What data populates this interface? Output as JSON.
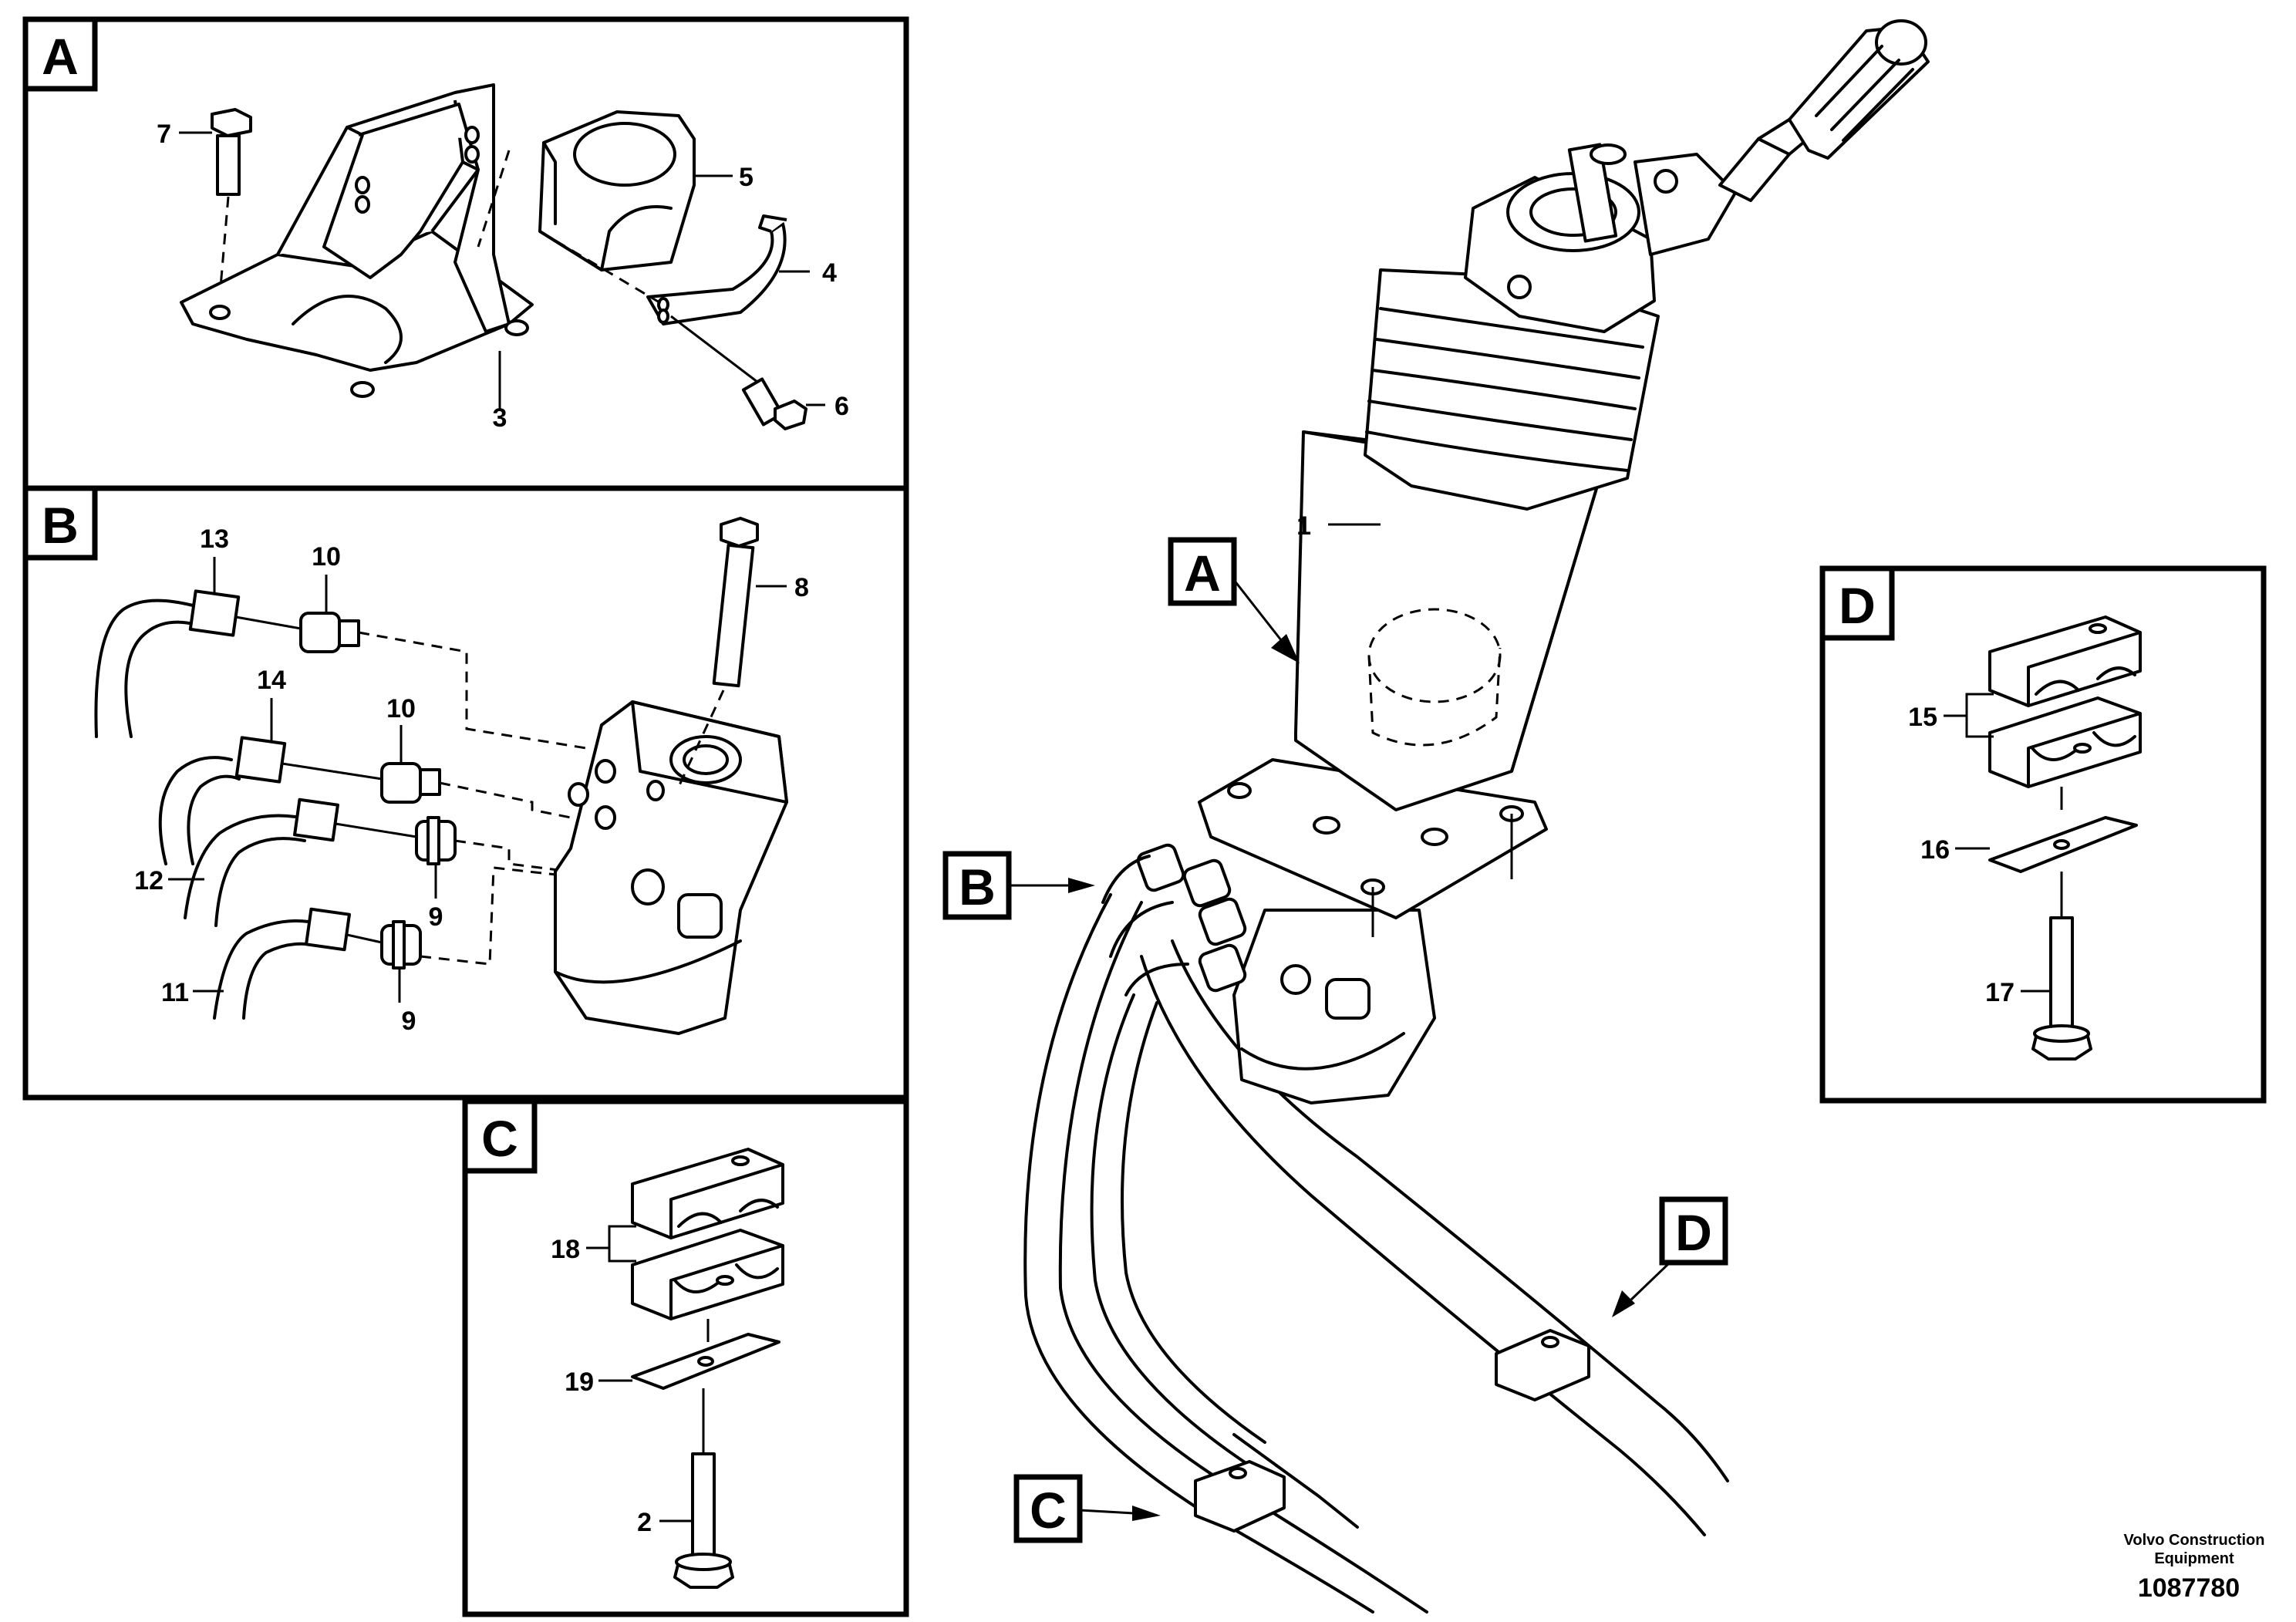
{
  "callouts": {
    "c1": "1",
    "c2": "2",
    "c3": "3",
    "c4": "4",
    "c5": "5",
    "c6": "6",
    "c7": "7",
    "c8": "8",
    "c9a": "9",
    "c9b": "9",
    "c10a": "10",
    "c10b": "10",
    "c11": "11",
    "c12": "12",
    "c13": "13",
    "c14": "14",
    "c15": "15",
    "c16": "16",
    "c17": "17",
    "c18": "18",
    "c19": "19"
  },
  "views": {
    "panel_a": "A",
    "panel_b": "B",
    "panel_c": "C",
    "panel_d": "D",
    "main_a": "A",
    "main_b": "B",
    "main_c": "C",
    "main_d": "D"
  },
  "footer": {
    "brand_line1": "Volvo Construction",
    "brand_line2": "Equipment",
    "drawing_number": "1087780"
  }
}
